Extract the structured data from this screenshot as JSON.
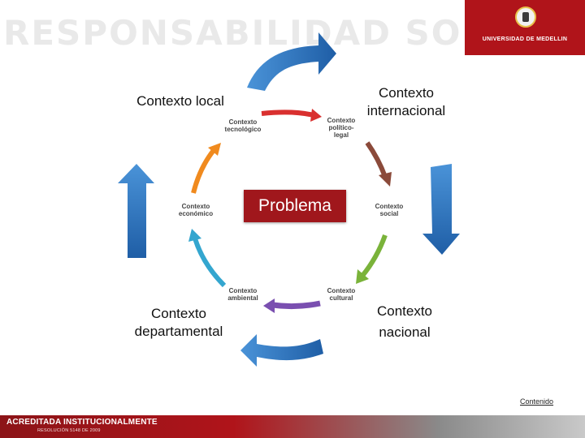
{
  "header": {
    "banner_text": "RESPONSABILIDAD SOCIAL",
    "logo_text": "UNIVERSIDAD DE MEDELLIN"
  },
  "outer_contexts": {
    "local": "Contexto local",
    "internacional": "Contexto internacional",
    "departamental": "Contexto departamental",
    "nacional_line1": "Contexto",
    "nacional_line2": "nacional"
  },
  "center": {
    "label": "Problema"
  },
  "inner_nodes": {
    "tecnologico": "Contexto tecnológico",
    "politico_legal": "Contexto político-legal",
    "social": "Contexto social",
    "cultural": "Contexto cultural",
    "ambiental": "Contexto ambiental",
    "economico": "Contexto económico"
  },
  "colors": {
    "brand_red": "#a0171c",
    "outer_arrow_blue": "#2e78c3",
    "arrow_red": "#d9302f",
    "arrow_brown": "#8b4a3a",
    "arrow_green": "#7ab33a",
    "arrow_purple": "#7a4fb0",
    "arrow_cyan": "#34a6cf",
    "arrow_orange": "#f08a1e"
  },
  "footer": {
    "link": "Contenido",
    "accreditation": "ACREDITADA INSTITUCIONALMENTE",
    "resolution": "RESOLUCIÓN 5148 DE 2009"
  }
}
